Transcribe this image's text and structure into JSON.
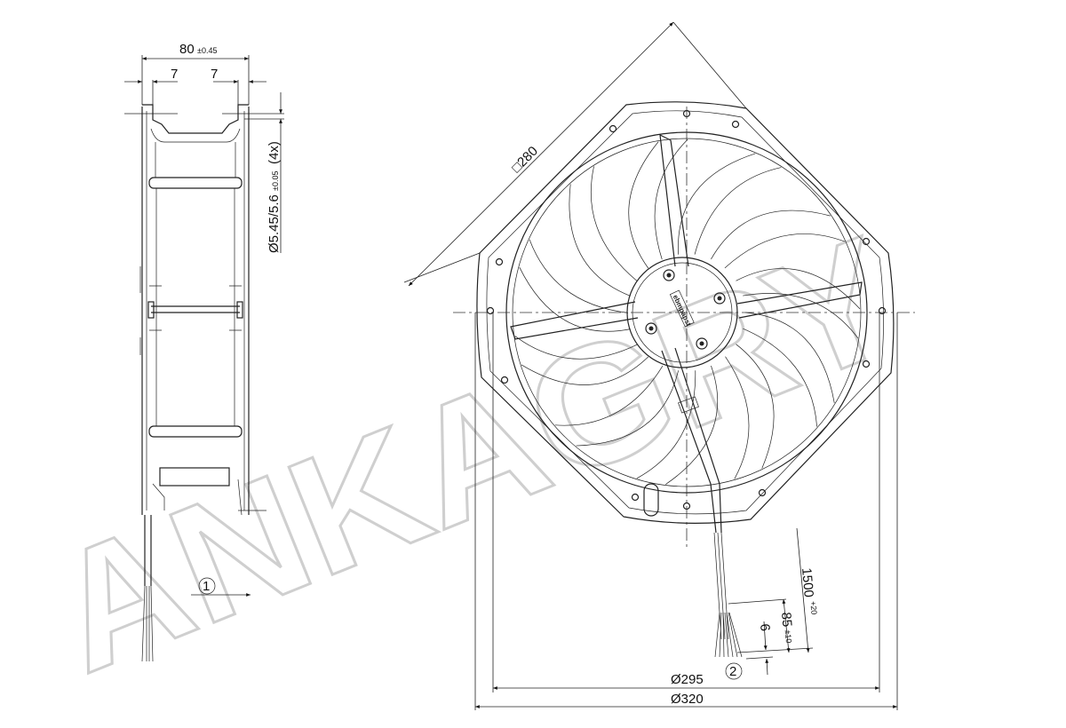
{
  "watermark": "ANKAGRY",
  "hub_label": "ebmpapst",
  "side_view": {
    "width_dim": {
      "value": "80",
      "tolerance": "±0.45"
    },
    "flange_left": "7",
    "flange_right": "7",
    "hole_dim": {
      "value": "Ø5.45/5.6",
      "tolerance": "±0.05",
      "count": "(4x)"
    },
    "callout": "1"
  },
  "front_view": {
    "square_dim": "□280",
    "dia_inner": "Ø295",
    "dia_outer": "Ø320",
    "cable_length": {
      "value": "1500",
      "tolerance": "+20"
    },
    "strip_length": {
      "value": "85",
      "tolerance": "±10"
    },
    "wire_end": "6",
    "callout": "2"
  }
}
